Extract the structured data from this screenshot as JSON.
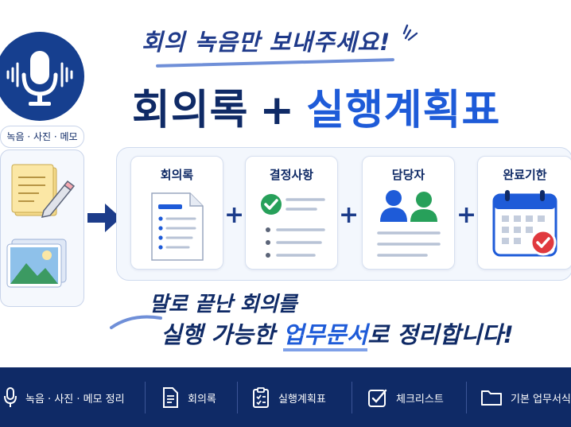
{
  "headline": {
    "tagline": "회의 녹음만 보내주세요!",
    "title_part1": "회의록",
    "title_plus": "+",
    "title_part2": "실행계획표"
  },
  "sources": {
    "label": "녹음 · 사진 · 메모"
  },
  "cards": [
    {
      "label": "회의록",
      "icon": "document-icon"
    },
    {
      "label": "결정사항",
      "icon": "checklist-icon"
    },
    {
      "label": "담당자",
      "icon": "people-icon"
    },
    {
      "label": "완료기한",
      "icon": "calendar-check-icon"
    }
  ],
  "plus_sign": "+",
  "slogan": {
    "line1": "말로 끝난 회의를",
    "line2_a": "실행 가능한 ",
    "line2_b": "업무문서",
    "line2_c": "로 정리합니다!"
  },
  "footer": {
    "items": [
      {
        "label": "녹음 · 사진 · 메모 정리",
        "icon": "microphone-icon"
      },
      {
        "label": "회의록",
        "icon": "document-icon"
      },
      {
        "label": "실행계획표",
        "icon": "clipboard-icon"
      },
      {
        "label": "체크리스트",
        "icon": "checkbox-icon"
      },
      {
        "label": "기본 업무서식",
        "icon": "folder-icon"
      }
    ]
  },
  "colors": {
    "navy": "#0f2a66",
    "accent_blue": "#1e5bd8",
    "green": "#27a05a",
    "red": "#e0393e"
  }
}
